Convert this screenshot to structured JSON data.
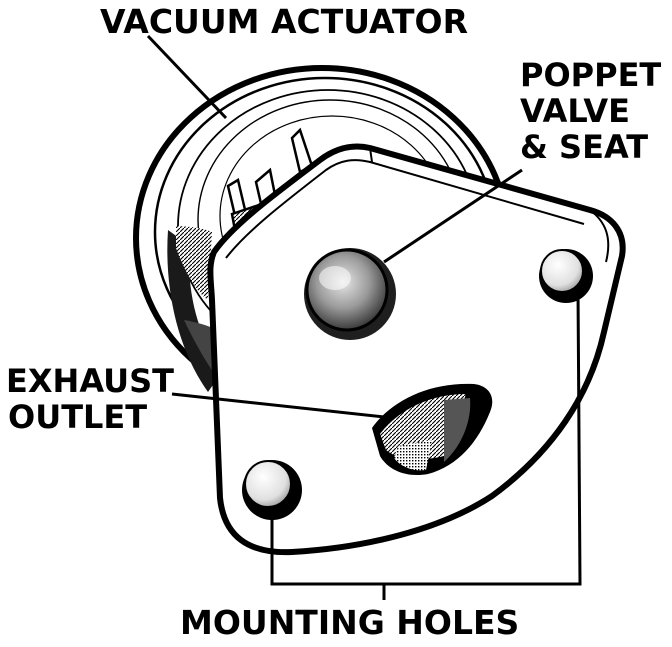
{
  "diagram": {
    "labels": {
      "vacuum_actuator": "VACUUM ACTUATOR",
      "poppet_line1": "POPPET",
      "poppet_line2": "VALVE",
      "poppet_line3": "& SEAT",
      "exhaust_line1": "EXHAUST",
      "exhaust_line2": "OUTLET",
      "mounting_holes": "MOUNTING HOLES"
    },
    "colors": {
      "ink": "#000000",
      "paper": "#ffffff",
      "shade_dark": "#2b2b2b",
      "shade_mid": "#8c8c8c",
      "shade_light": "#c8c8c8"
    }
  }
}
